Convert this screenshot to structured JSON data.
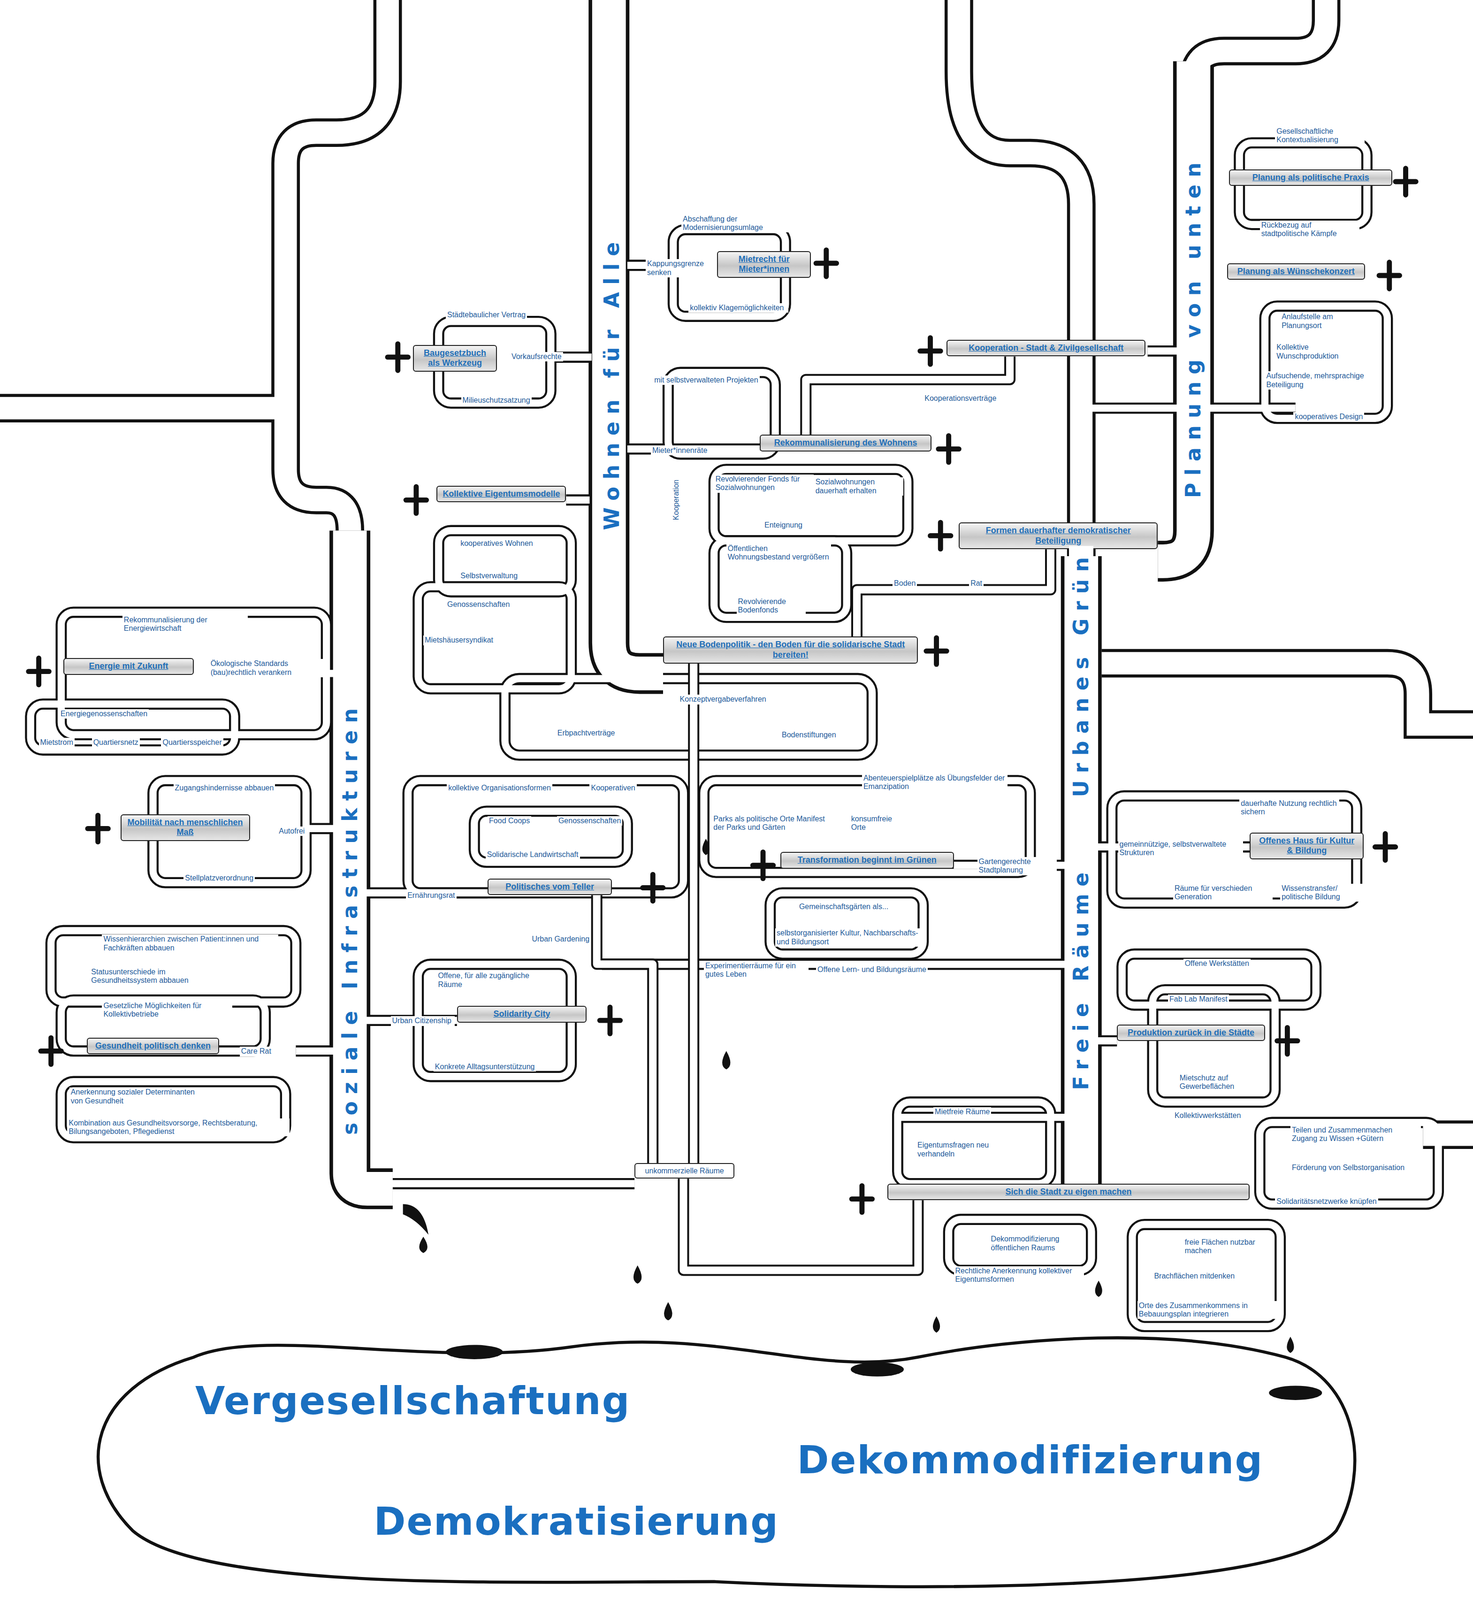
{
  "diagram": {
    "nodes": [
      {
        "text": [
          "Planung als politische Praxis"
        ]
      },
      {
        "text": [
          "Planung als Wünschekonzert"
        ]
      },
      {
        "text": [
          "Kooperation - Stadt & Zivilgesellschaft"
        ]
      },
      {
        "text": [
          "Mietrecht für Mieter*innen"
        ]
      },
      {
        "text": [
          "Baugesetzbuch als Werkzeug"
        ]
      },
      {
        "text": [
          "Rekommunalisierung des Wohnens"
        ]
      },
      {
        "text": [
          "Kollektive Eigentumsmodelle"
        ]
      },
      {
        "text": [
          "Formen dauerhafter demokratischer Beteiligung"
        ]
      },
      {
        "text": [
          "Neue Bodenpolitik - den Boden für die solidarische Stadt bereiten!"
        ]
      },
      {
        "text": [
          "Energie mit Zukunft"
        ]
      },
      {
        "text": [
          "Mobilität nach menschlichen Maß"
        ]
      },
      {
        "text": [
          "Transformation beginnt im Grünen"
        ]
      },
      {
        "text": [
          "Offenes Haus für Kultur & Bildung"
        ]
      },
      {
        "text": [
          "Politisches vom Teller"
        ]
      },
      {
        "text": [
          "Solidarity City"
        ]
      },
      {
        "text": [
          "Gesundheit politisch denken"
        ]
      },
      {
        "text": [
          "Produktion zurück in die Städte"
        ]
      },
      {
        "text": [
          "unkommerzielle Räume"
        ]
      },
      {
        "text": [
          "Sich die Stadt zu eigen machen"
        ]
      }
    ],
    "edges": [
      {
        "from": 2,
        "to": 5,
        "arrow": "none"
      },
      {
        "from": 7,
        "to": 8,
        "arrow": "none"
      },
      {
        "from": 8,
        "to": 17,
        "arrow": "none"
      },
      {
        "from": 13,
        "to": 17,
        "arrow": "none"
      },
      {
        "from": 17,
        "to": 18,
        "arrow": "none"
      }
    ],
    "labels": [
      "Gesellschaftliche Kontextualisierung",
      "Rückbezug auf stadtpolitische Kämpfe",
      "Anlaufstelle am Planungsort",
      "Kollektive Wunschproduktion",
      "Aufsuchende, mehrsprachige Beteiligung",
      "kooperatives Design",
      "Kooperationsverträge",
      "Abschaffung der Modernisierungsumlage",
      "Kappungsgrenze senken",
      "kollektiv Klagemöglichkeiten",
      "Städtebaulicher Vertrag",
      "Vorkaufsrechte",
      "Milieuschutzsatzung",
      "mit selbstverwalteten Projekten",
      "Mieter*innenräte",
      "Kooperation",
      "Revolvierender Fonds für Sozialwohnungen",
      "Sozialwohnungen dauerhaft erhalten",
      "Enteignung",
      "Öffentlichen Wohnungsbestand vergrößern",
      "Revolvierende Bodenfonds",
      "Boden",
      "Rat",
      "kooperatives Wohnen",
      "Selbstverwaltung",
      "Genossenschaften",
      "Mietshäusersyndikat",
      "Konzeptvergabeverfahren",
      "Erbpachtverträge",
      "Bodenstiftungen",
      "Rekommunalisierung der Energiewirtschaft",
      "Ökologische Standards (bau)rechtlich verankern",
      "Energiegenossenschaften",
      "Mietstrom",
      "Quartiersnetz",
      "Quartiersspeicher",
      "Zugangshindernisse abbauen",
      "Autofrei",
      "Stellplatzverordnung",
      "Wissenhierarchien zwischen Patient:innen und Fachkräften abbauen",
      "Statusunterschiede im Gesundheitssystem abbauen",
      "Gesetzliche Möglichkeiten für Kollektivbetriebe",
      "Care Rat",
      "Anerkennung sozialer Determinanten von Gesundheit",
      "Kombination aus Gesundheitsvorsorge, Rechtsberatung, Bilungsangeboten, Pflegedienst",
      "kollektive Organisationsformen",
      "Kooperativen",
      "Food Coops",
      "Genossenschaften",
      "Solidarische Landwirtschaft",
      "Ernährungsrat",
      "Urban Gardening",
      "Experimentierräume für ein gutes Leben",
      "Offene Lern- und Bildungsräume",
      "Offene, für alle zugängliche Räume",
      "Urban Citizenship",
      "Konkrete Alltagsunterstützung",
      "Abenteuerspielplätze als Übungsfelder der Emanzipation",
      "Parks als politische Orte Manifest der Parks und Gärten",
      "konsumfreie Orte",
      "Gartengerechte Stadtplanung",
      "Gemeinschaftsgärten als...",
      "selbstorganisierter Kultur, Nachbarschafts- und Bildungsort",
      "dauerhafte Nutzung rechtlich sichern",
      "gemeinnützige, selbstverwaltete Strukturen",
      "Räume für verschieden Generation",
      "Wissenstransfer/ politische Bildung",
      "Offene Werkstätten",
      "Fab Lab Manifest",
      "Mietschutz auf Gewerbeflächen",
      "Kollektivwerkstätten",
      "Mietfreie Räume",
      "Eigentumsfragen neu verhandeln",
      "Teilen und Zusammenmachen Zugang zu Wissen +Gütern",
      "Förderung von Selbstorganisation",
      "Solidaritätsnetzwerke knüpfen",
      "Dekommodifizierung öffentlichen Raums",
      "freie Flächen nutzbar machen",
      "Rechtliche Anerkennung kollektiver Eigentumsformen",
      "Brachflächen mitdenken",
      "Orte des Zusammenkommens in Bebauungsplan integrieren",
      "Wohnen für Alle",
      "Planung von unten",
      "Urbanes Grün",
      "Freie Räume",
      "soziale Infrastrukturen",
      "Vergesellschaftung",
      "Dekommodifizierung",
      "Demokratisierung"
    ]
  }
}
